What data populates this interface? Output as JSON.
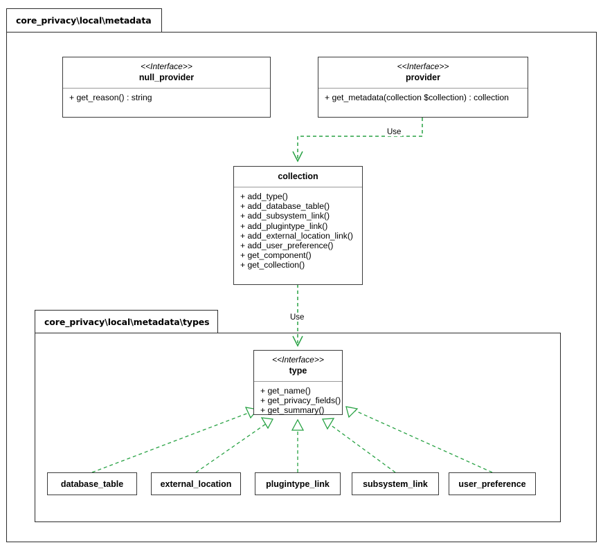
{
  "diagram": {
    "title": "core_privacy\\local\\metadata",
    "type": "uml-class-diagram",
    "accent_green": "#26a142",
    "stroke": "#333333"
  },
  "packages": [
    {
      "id": "pkg-core-privacy-local-metadata",
      "label": "core_privacy\\local\\metadata"
    },
    {
      "id": "pkg-core-privacy-local-metadata-types",
      "label": "core_privacy\\local\\metadata\\types"
    }
  ],
  "stereotype_interface": "<<Interface>>",
  "nodes": {
    "null_provider": {
      "stereotype": "<<Interface>>",
      "name": "null_provider",
      "members": [
        "+ get_reason() : string"
      ]
    },
    "provider": {
      "stereotype": "<<Interface>>",
      "name": "provider",
      "members": [
        "+ get_metadata(collection $collection) : collection"
      ]
    },
    "collection": {
      "stereotype": "",
      "name": "collection",
      "members": [
        "+ add_type()",
        "+ add_database_table()",
        "+ add_subsystem_link()",
        "+ add_plugintype_link()",
        "+ add_external_location_link()",
        "+ add_user_preference()",
        "+ get_component()",
        "+ get_collection()"
      ]
    },
    "type": {
      "stereotype": "<<Interface>>",
      "name": "type",
      "members": [
        "+ get_name()",
        "+ get_privacy_fields()",
        "+ get_summary()"
      ]
    },
    "database_table": {
      "name": "database_table"
    },
    "external_location": {
      "name": "external_location"
    },
    "plugintype_link": {
      "name": "plugintype_link"
    },
    "subsystem_link": {
      "name": "subsystem_link"
    },
    "user_preference": {
      "name": "user_preference"
    }
  },
  "edges": [
    {
      "id": "provider-uses-collection",
      "from": "provider",
      "to": "collection",
      "label": "Use",
      "kind": "dependency"
    },
    {
      "id": "collection-uses-type",
      "from": "collection",
      "to": "type",
      "label": "Use",
      "kind": "dependency"
    },
    {
      "id": "database_table-realizes-type",
      "from": "database_table",
      "to": "type",
      "label": "",
      "kind": "realization"
    },
    {
      "id": "external_location-realizes-type",
      "from": "external_location",
      "to": "type",
      "label": "",
      "kind": "realization"
    },
    {
      "id": "plugintype_link-realizes-type",
      "from": "plugintype_link",
      "to": "type",
      "label": "",
      "kind": "realization"
    },
    {
      "id": "subsystem_link-realizes-type",
      "from": "subsystem_link",
      "to": "type",
      "label": "",
      "kind": "realization"
    },
    {
      "id": "user_preference-realizes-type",
      "from": "user_preference",
      "to": "type",
      "label": "",
      "kind": "realization"
    }
  ]
}
